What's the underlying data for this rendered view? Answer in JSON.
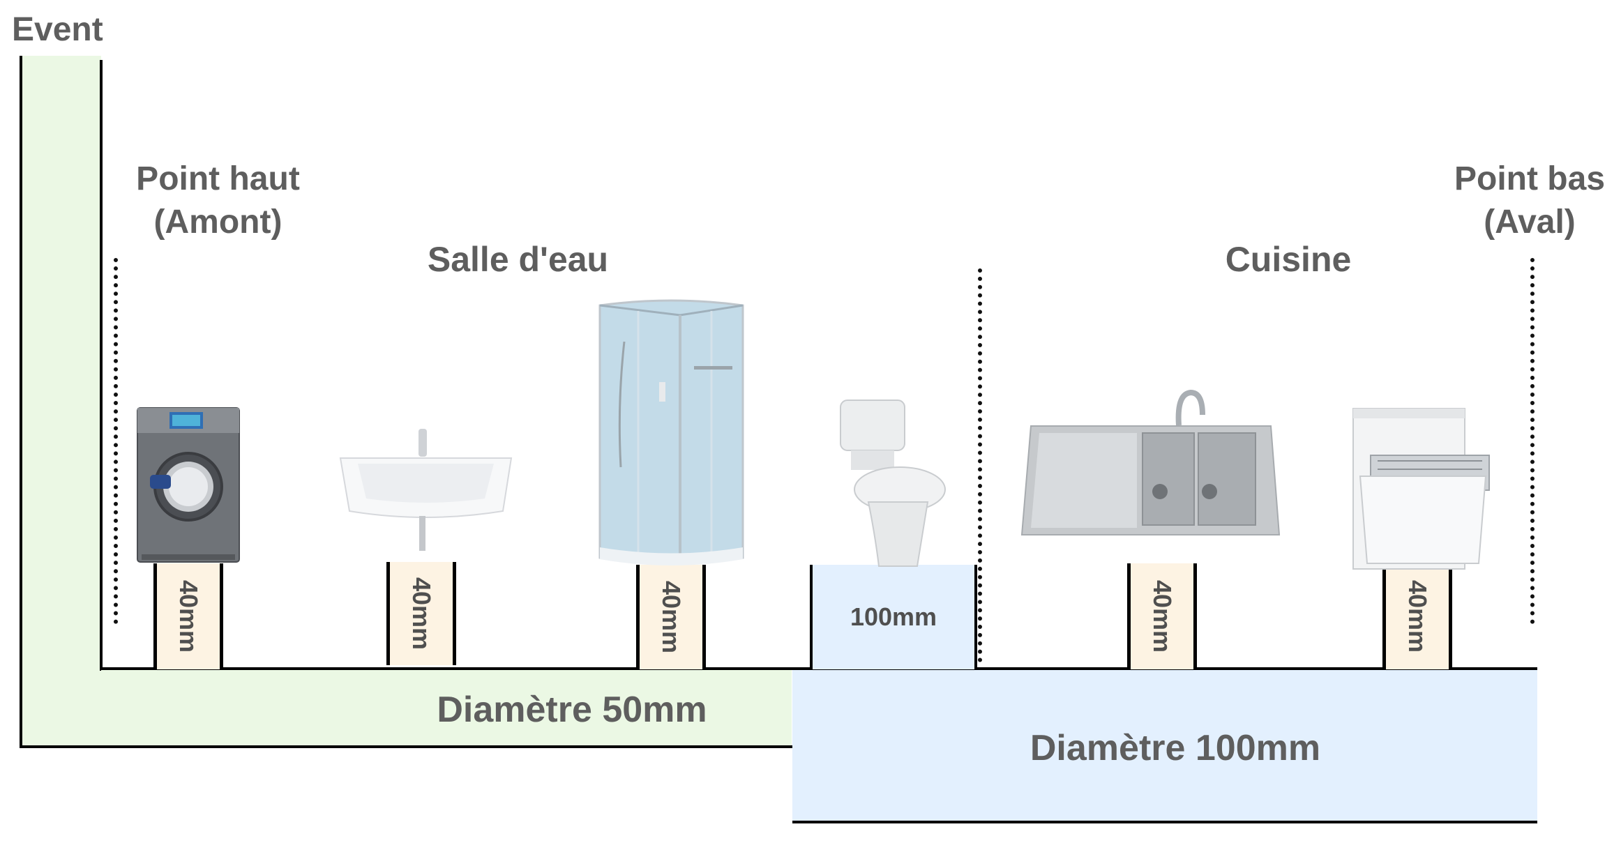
{
  "title": "Event",
  "point_haut": {
    "line1": "Point haut",
    "line2": "(Amont)"
  },
  "point_bas": {
    "line1": "Point bas",
    "line2": "(Aval)"
  },
  "zones": {
    "salle_deau": "Salle d'eau",
    "cuisine": "Cuisine"
  },
  "pipes": {
    "small": "Diamètre 50mm",
    "large": "Diamètre 100mm"
  },
  "connectors": {
    "washing_machine": "40mm",
    "sink": "40mm",
    "shower": "40mm",
    "toilet": "100mm",
    "kitchen_sink": "40mm",
    "dishwasher": "40mm"
  },
  "colors": {
    "pipe_50": "#ebf8e4",
    "pipe_100": "#e3f0fe",
    "connector_40": "#fdf3e3",
    "label_text": "#5e5e5e"
  },
  "icons": {
    "washing_machine": "washing-machine-icon",
    "sink": "bathroom-sink-icon",
    "shower": "shower-cabin-icon",
    "toilet": "toilet-icon",
    "kitchen_sink": "kitchen-sink-icon",
    "dishwasher": "dishwasher-icon"
  }
}
